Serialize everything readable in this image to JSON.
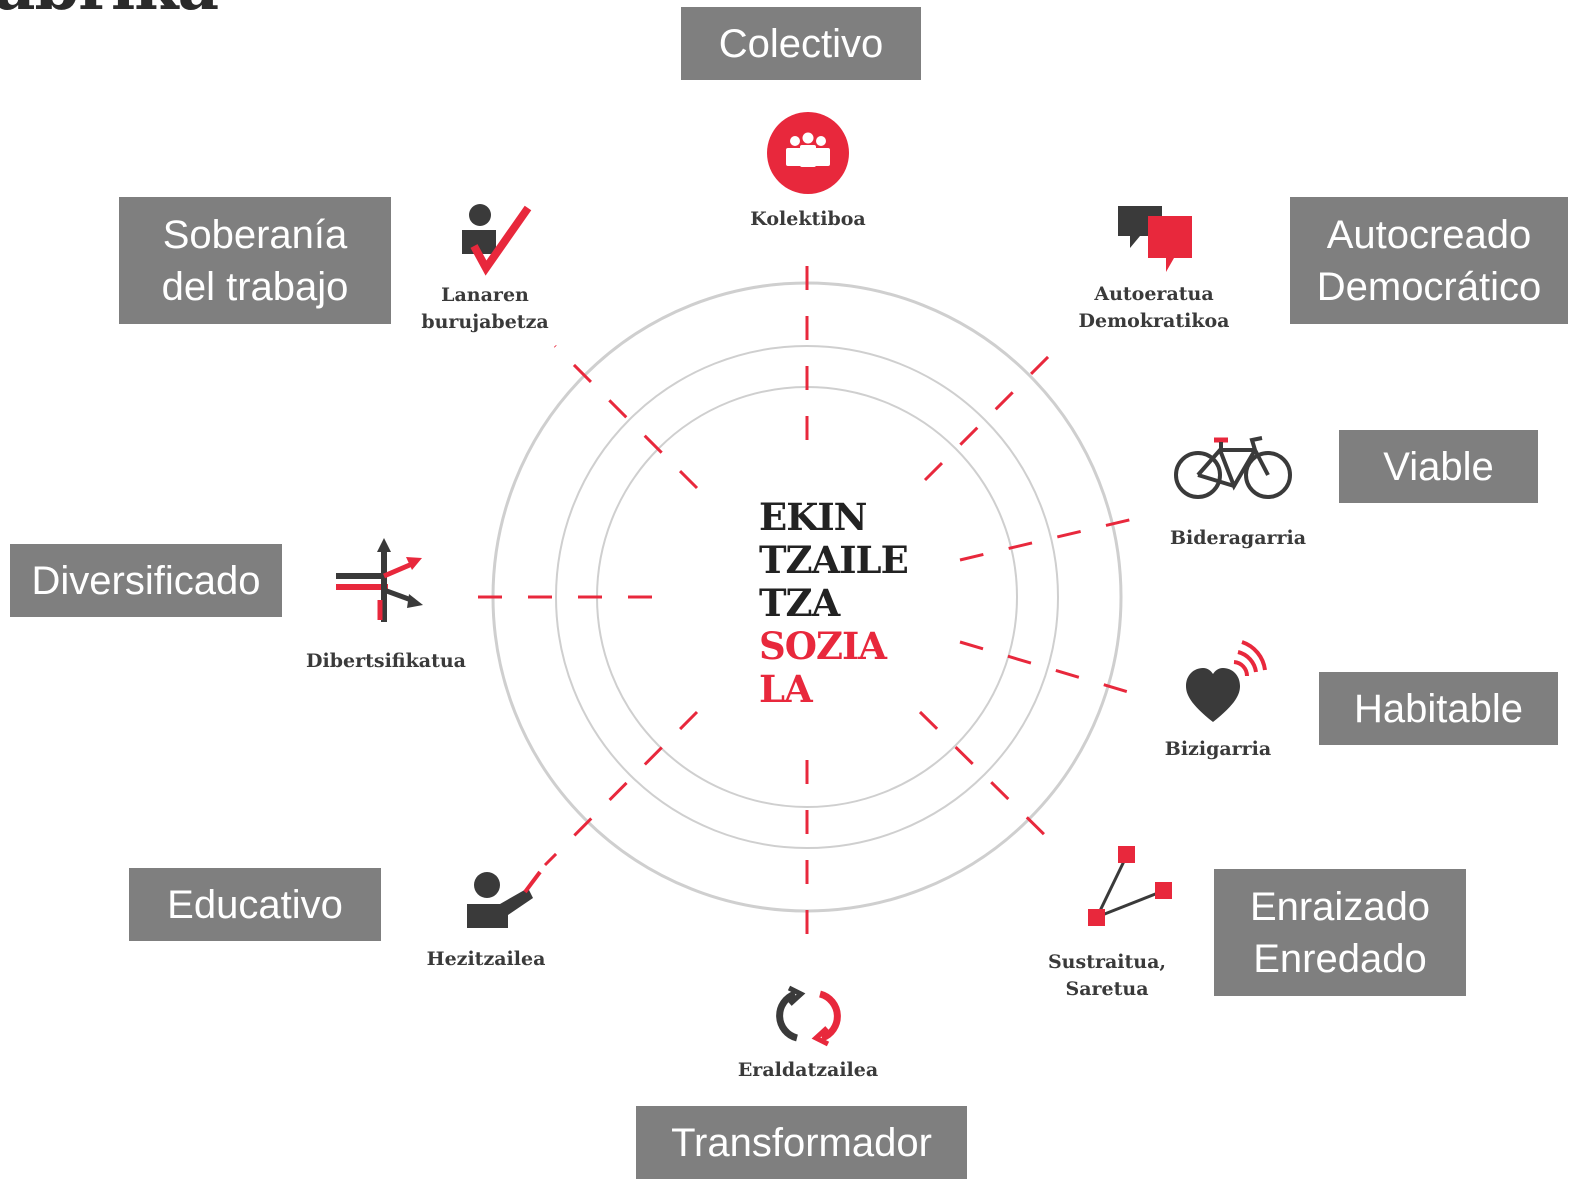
{
  "brand": {
    "text": "abrika"
  },
  "center": {
    "lines": [
      "EKIN",
      "TZAILE",
      "TZA",
      "SOZIA",
      "LA"
    ]
  },
  "nodes": [
    {
      "id": "kolektiboa",
      "basque": "Kolektiboa",
      "spanish": "Colectivo",
      "icon": "group-icon"
    },
    {
      "id": "autoeratua",
      "basque": "Autoeratua\nDemokratikoa",
      "spanish": "Autocreado\nDemocrático",
      "icon": "speech-bubbles-icon"
    },
    {
      "id": "bideragarria",
      "basque": "Bideragarria",
      "spanish": "Viable",
      "icon": "bicycle-icon"
    },
    {
      "id": "bizigarria",
      "basque": "Bizigarria",
      "spanish": "Habitable",
      "icon": "heart-icon"
    },
    {
      "id": "sustraitua",
      "basque": "Sustraitua,\nSaretua",
      "spanish": "Enraizado\nEnredado",
      "icon": "network-icon"
    },
    {
      "id": "eraldatzailea",
      "basque": "Eraldatzailea",
      "spanish": "Transformador",
      "icon": "cycle-arrows-icon"
    },
    {
      "id": "hezitzailea",
      "basque": "Hezitzailea",
      "spanish": "Educativo",
      "icon": "teacher-icon"
    },
    {
      "id": "dibertsifikatua",
      "basque": "Dibertsifikatua",
      "spanish": "Diversificado",
      "icon": "diverging-arrows-icon"
    },
    {
      "id": "lanaren",
      "basque": "Lanaren\nburujabetza",
      "spanish": "Soberanía\ndel trabajo",
      "icon": "person-check-icon"
    }
  ],
  "colors": {
    "accent": "#e8283c",
    "dark": "#3a3a3a",
    "box": "#7f7f7f",
    "ring": "#c8c8c8"
  }
}
